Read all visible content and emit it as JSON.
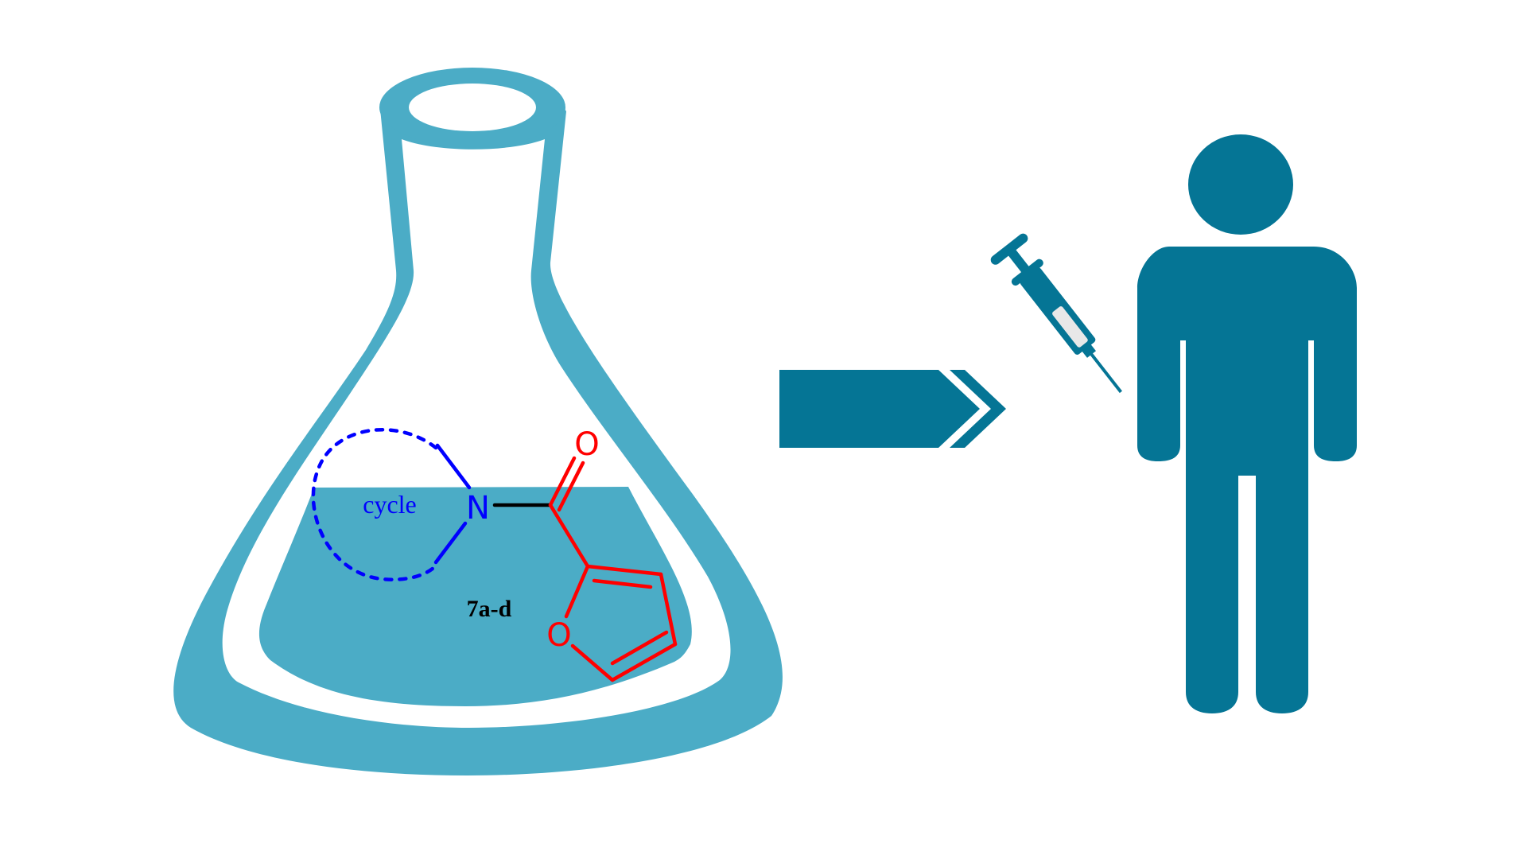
{
  "molecule": {
    "ring_label": "cycle",
    "nitrogen": "N",
    "carbonyl_oxygen": "O",
    "furan_oxygen": "O",
    "compound_id": "7a-d"
  },
  "colors": {
    "flask_fill": "#4bacc6",
    "liquid_fill": "#4bacc6",
    "person_fill": "#057595",
    "arrow_fill": "#057595",
    "syringe_fill": "#057595",
    "amine_color": "#0000ff",
    "furoyl_color": "#ff0000",
    "bond_color": "#000000"
  },
  "icons": {
    "flask": "erlenmeyer-flask-icon",
    "arrow": "chevron-arrow-icon",
    "syringe": "syringe-icon",
    "person": "person-icon"
  }
}
